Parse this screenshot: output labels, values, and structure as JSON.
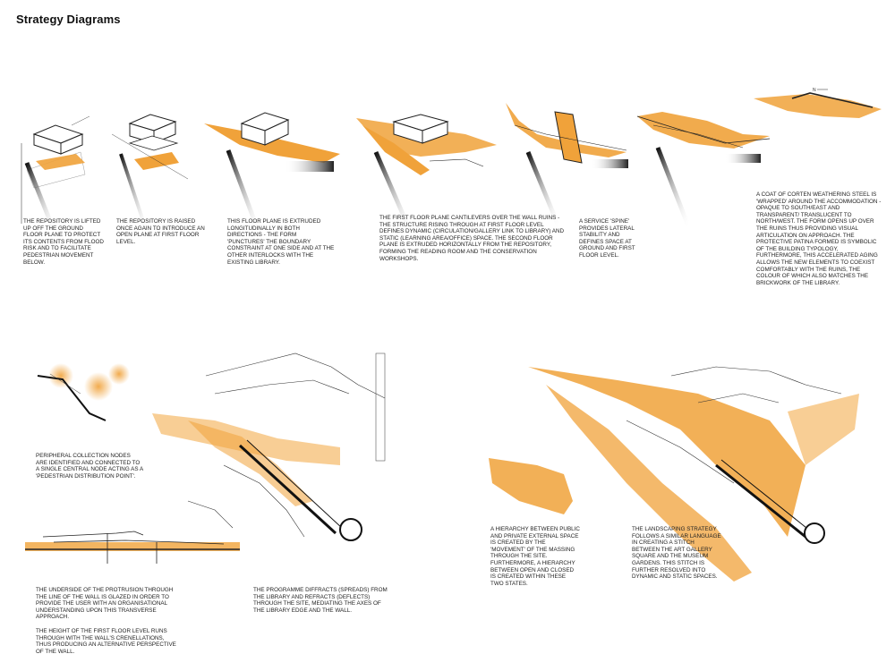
{
  "header": {
    "title": "Strategy Diagrams"
  },
  "colors": {
    "accent": "#f0a23a",
    "accent_light": "#f6c27a",
    "line": "#222222"
  },
  "top_row": {
    "north_label": "N",
    "captions": [
      "The repository is lifted up off the ground floor plane to protect its contents from flood risk and to facilitate pedestrian movement below.",
      "The repository is raised once again to introduce an open plane at first floor level.",
      "This floor plane is extruded longitudinally in both directions - the form 'punctures' the boundary constraint at one side and at the other interlocks with the existing library.",
      "The first floor plane cantilevers over the wall ruins - the structure rising through at first floor level defines dynamic (circulation/gallery link to library) and static (learning area/office) space. The second floor plane is extruded horizontally from the repository, forming the reading room and the conservation workshops.",
      "A service 'spine' provides lateral stability and defines space at ground and first floor level.",
      "A coat of corten weathering steel is 'wrapped' around the accommodation - opaque to south/east and transparent/ translucent to north/west. The form opens up over the ruins thus providing visual articulation on approach. The protective patina formed is symbolic of the building typology, furthermore, this accelerated aging allows the new elements to coexist comfortably with the ruins, the colour of which also matches the brickwork of the library."
    ]
  },
  "bottom_left": {
    "caption_nodes": "Peripheral collection nodes are identified and connected to a single central node acting as a 'pedestrian distribution point'.",
    "caption_section_1": "The underside of the protrusion through the line of the wall is glazed in order to provide the user with an organisational understanding upon this transverse approach.",
    "caption_section_2": "The height of the first floor level runs through with the wall's crenellations, thus producing an alternative perspective of the wall.",
    "caption_programme": "The programme diffracts (spreads) from the library and refracts (deflects) through the site, mediating the axes of the library edge and the wall."
  },
  "bottom_right": {
    "caption_hierarchy": "A hierarchy between public and private external space is created by the 'movement' of the massing through the site. Furthermore, a hierarchy between open and closed is created within these two states.",
    "caption_landscape": "The landscaping strategy follows a similar language in creating a stitch between the art gallery square and the museum gardens. This stitch is further resolved into dynamic and static spaces."
  }
}
